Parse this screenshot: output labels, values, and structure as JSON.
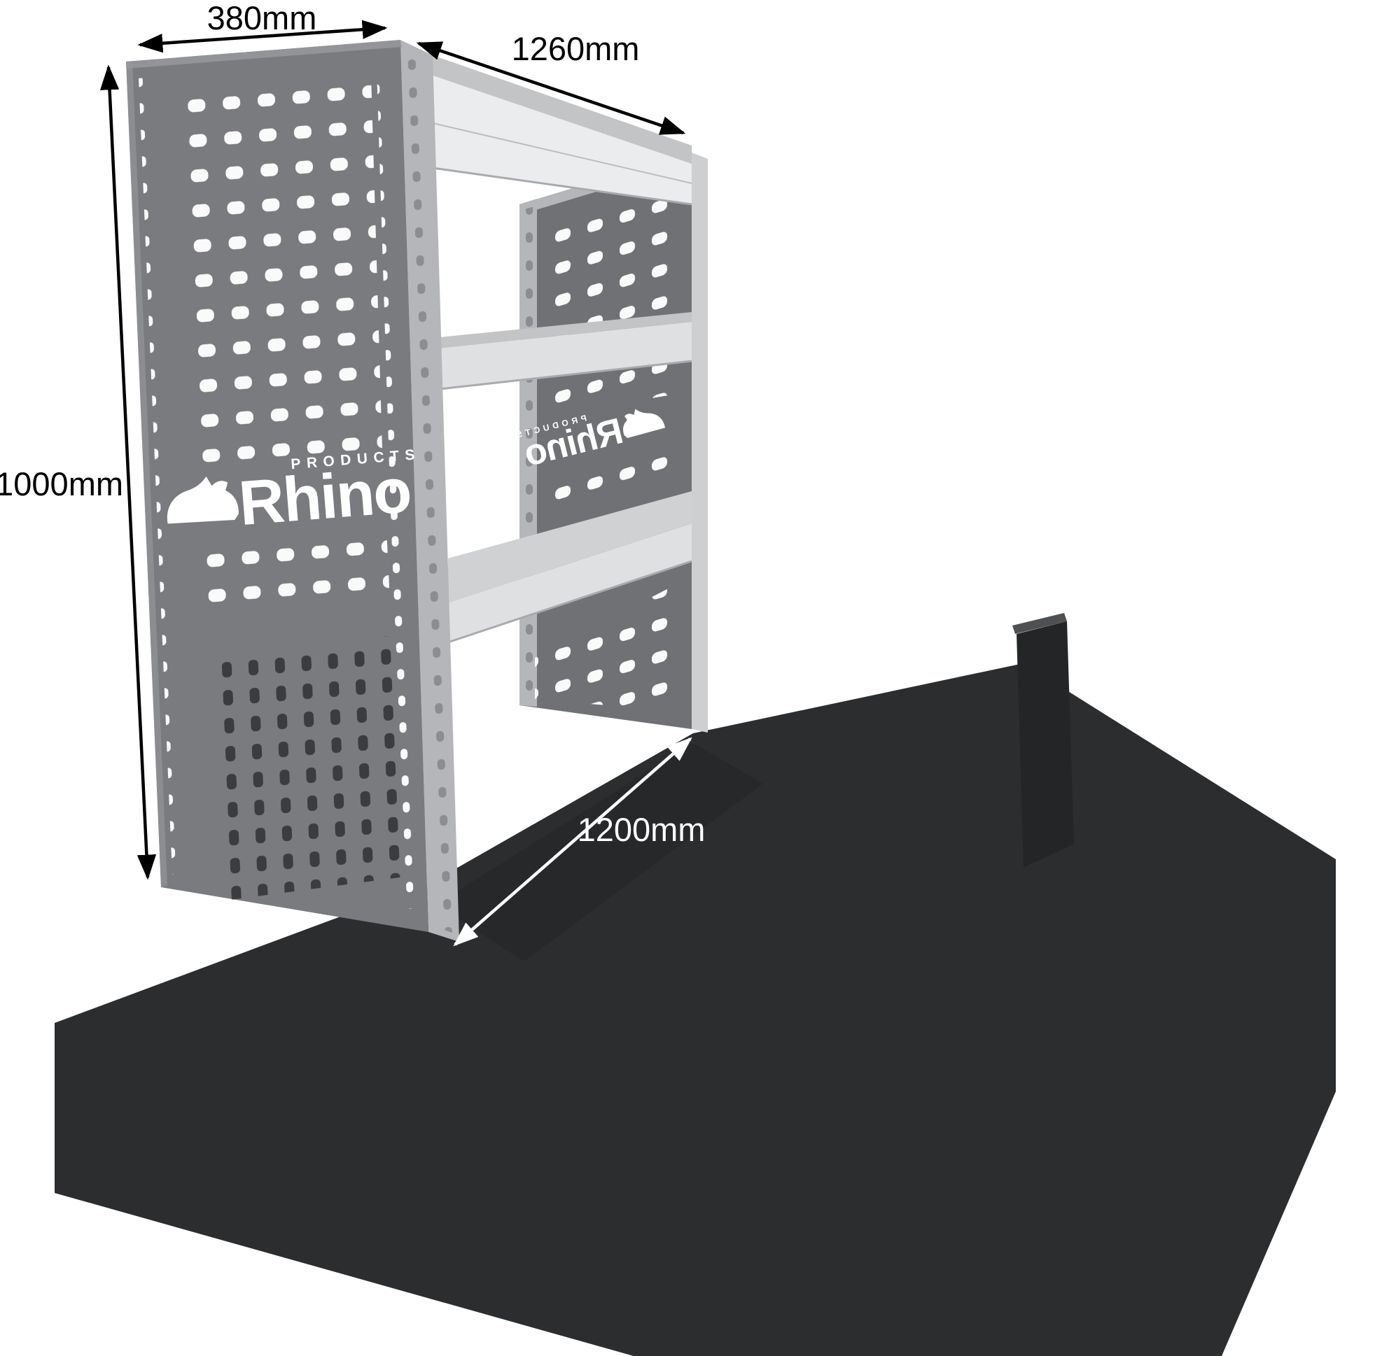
{
  "dimensions": {
    "width_label": "380mm",
    "length_label": "1260mm",
    "height_label": "1000mm",
    "depth_label": "1200mm"
  },
  "branding": {
    "name": "Rhino",
    "tagline": "PRODUCTS"
  },
  "colors": {
    "background": "#ffffff",
    "panel": "#797b7e",
    "panel_right": "#6f7174",
    "panel_edge": "#97999c",
    "flange": "#b4b6b9",
    "edge_light": "#cdcfd1",
    "shelf_top": "#c2c4c6",
    "shelf_top_light": "#cfd1d3",
    "shelf_front": "#dfe0e2",
    "shelf_front_bright": "#ebeced",
    "shelf_seam": "#a8aaad",
    "hole_light": "#fafafa",
    "hole_dark": "#3a3c3e",
    "hole_flange": "#8b8d90",
    "mat": "#2b2d2f",
    "mat_shadow": "#1d1f21",
    "lip": "#232527",
    "lip_top": "#4e5052",
    "dim_dark": "#000000",
    "dim_light": "#ffffff",
    "logo_white": "#ffffff"
  }
}
